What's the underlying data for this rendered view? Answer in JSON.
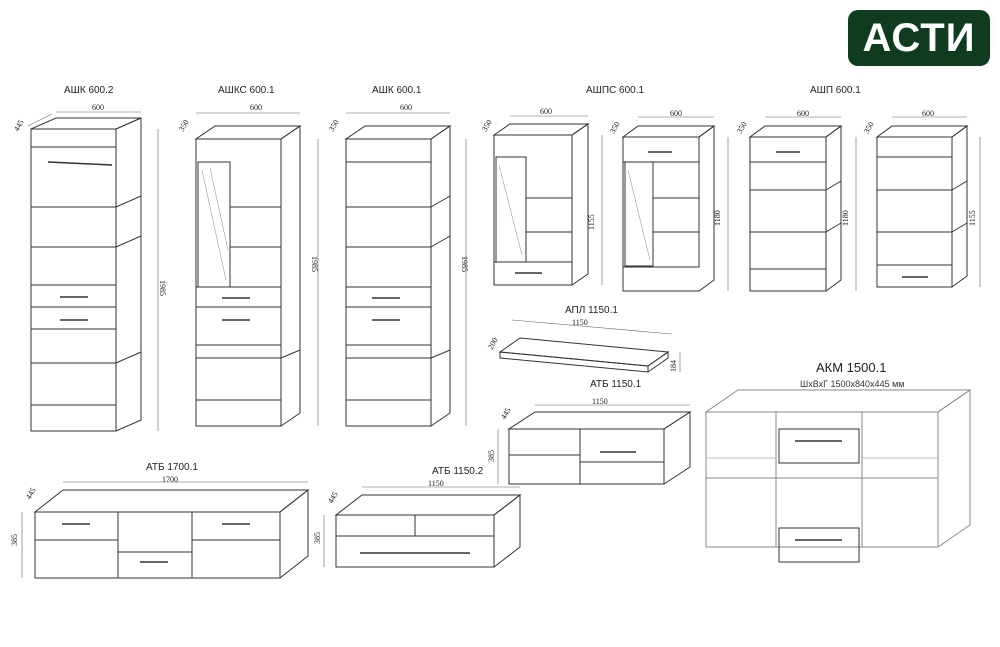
{
  "brand": {
    "name": "АСТИ",
    "background": "#0f3b1f",
    "text_color": "#ffffff"
  },
  "items": {
    "ashk_600_2": {
      "label": "АШК 600.2",
      "width": "600",
      "depth": "445",
      "height": "1985"
    },
    "ashks_600_1": {
      "label": "АШКС 600.1",
      "width": "600",
      "depth": "350",
      "height": "1985"
    },
    "ashk_600_1": {
      "label": "АШК 600.1",
      "width": "600",
      "depth": "350",
      "height": "1985"
    },
    "ashps_600_1": {
      "label": "АШПС 600.1",
      "width": "600",
      "depth": "350",
      "height": "1155"
    },
    "ashp_600_1a": {
      "width": "600",
      "depth": "350",
      "height": "1180"
    },
    "ashp_600_1": {
      "label": "АШП 600.1",
      "width": "600",
      "depth": "350",
      "height": "1180"
    },
    "ashp_600_1c": {
      "width": "600",
      "depth": "350",
      "height": "1155"
    },
    "apl_1150_1": {
      "label": "АПЛ 1150.1",
      "width": "1150",
      "depth": "200",
      "height": "184"
    },
    "atb_1150_1": {
      "label": "АТБ 1150.1",
      "width": "1150",
      "depth": "445",
      "height": "385"
    },
    "atb_1700_1": {
      "label": "АТБ 1700.1",
      "width": "1700",
      "depth": "445",
      "height": "385"
    },
    "atb_1150_2": {
      "label": "АТБ 1150.2",
      "width": "1150",
      "depth": "445",
      "height": "385"
    },
    "akm_1500_1": {
      "label": "АКМ 1500.1",
      "dimensions": "ШхВхГ 1500х840х445 мм"
    }
  }
}
